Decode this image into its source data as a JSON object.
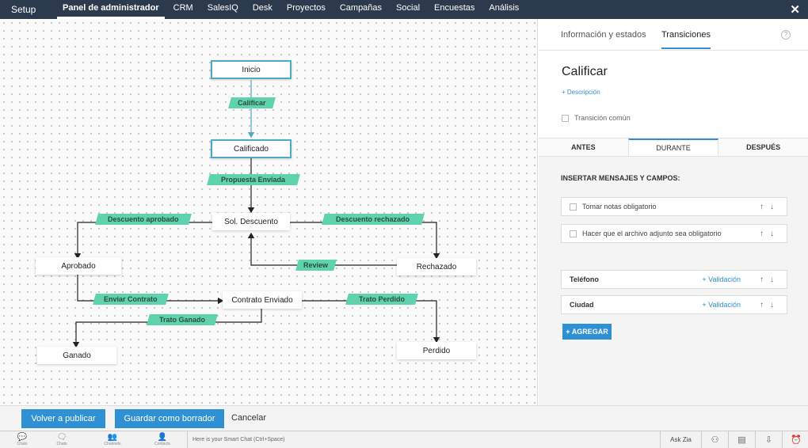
{
  "topbar": {
    "setup": "Setup",
    "nav": [
      "Panel de administrador",
      "CRM",
      "SalesIQ",
      "Desk",
      "Proyectos",
      "Campañas",
      "Social",
      "Encuestas",
      "Análisis"
    ],
    "close": "✕"
  },
  "nodes": {
    "inicio": "Inicio",
    "calificado": "Calificado",
    "sol_descuento": "Sol. Descuento",
    "aprobado": "Aprobado",
    "rechazado": "Rechazado",
    "contrato_enviado": "Contrato Enviado",
    "ganado": "Ganado",
    "perdido": "Perdido"
  },
  "transitions": {
    "calificar": "Calificar",
    "propuesta_enviada": "Propuesta Enviada",
    "descuento_aprobado": "Descuento aprobado",
    "descuento_rechazado": "Descuento rechazado",
    "review": "Review",
    "enviar_contrato": "Enviar Contrato",
    "trato_perdido": "Trato Perdido",
    "trato_ganado": "Trato Ganado"
  },
  "panel": {
    "tabs": [
      "Información y estados",
      "Transiciones"
    ],
    "help": "?",
    "title": "Calificar",
    "description_link": "+ Descripción",
    "common_transition": "Transición común",
    "subtabs": [
      "ANTES",
      "DURANTE",
      "DESPUÉS"
    ],
    "section_title": "INSERTAR MENSAJES Y CAMPOS:",
    "rows": [
      {
        "label": "Tomar notas obligatorio"
      },
      {
        "label": "Hacer que el archivo adjunto sea obligatorio"
      },
      {
        "label": "Teléfono",
        "action": "+ Validación"
      },
      {
        "label": "Ciudad",
        "action": "+ Validación"
      }
    ],
    "arrows": "↑↓",
    "add_button": "+ AGREGAR"
  },
  "footer": {
    "republish": "Volver a publicar",
    "save_draft": "Guardar como borrador",
    "cancel": "Cancelar"
  },
  "bottombar": {
    "items": [
      "Chats",
      "Chats",
      "Channels",
      "Contacts"
    ],
    "smart_chat": "Here is your Smart Chat (Ctrl+Space)",
    "ask_zia": "Ask Zia"
  },
  "colors": {
    "topbar": "#2c3a4e",
    "accent": "#2f91d3",
    "transition_label": "#5fd3ad",
    "highlight_border": "#4eabc4"
  }
}
